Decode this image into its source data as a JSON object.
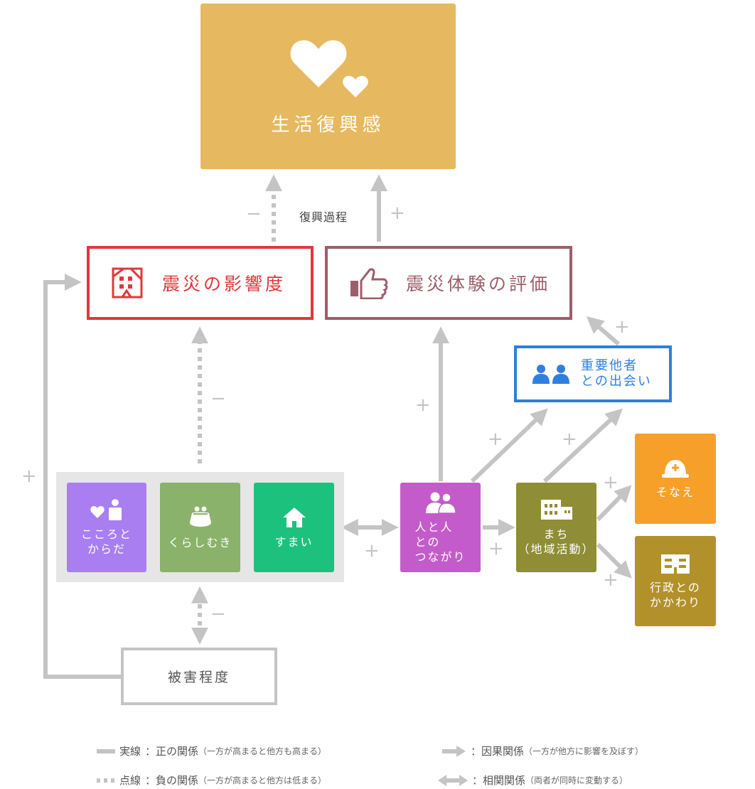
{
  "goal": {
    "title": "生活復興感",
    "icon": "hearts-icon",
    "color": "#e6b960"
  },
  "impact": {
    "title": "震災の影響度",
    "icon": "damaged-building-icon",
    "color": "#e0383b"
  },
  "evaluation": {
    "title": "震災体験の評価",
    "icon": "thumbs-up-icon",
    "color": "#9c5e6a"
  },
  "others": {
    "line1": "重要他者",
    "line2": "との出会い",
    "icon": "two-people-icon",
    "color": "#2f7fdf"
  },
  "damage": {
    "title": "被害程度"
  },
  "process_label": "復興過程",
  "factors": [
    {
      "line1": "こころと",
      "line2": "からだ",
      "icon": "heart-person-icon",
      "color": "#a97ef0"
    },
    {
      "line1": "くらしむき",
      "line2": "",
      "icon": "purse-icon",
      "color": "#8ab26a"
    },
    {
      "line1": "すまい",
      "line2": "",
      "icon": "house-icon",
      "color": "#1dc17e"
    }
  ],
  "people": {
    "line1": "人と人",
    "line2": "との",
    "line3": "つながり",
    "icon": "people-icon",
    "color": "#c35cca"
  },
  "town": {
    "line1": "まち",
    "line2": "（地域活動）",
    "icon": "buildings-icon",
    "color": "#8f8d35"
  },
  "preparedness": {
    "line1": "そなえ",
    "icon": "helmet-icon",
    "color": "#f6a02a"
  },
  "administration": {
    "line1": "行政との",
    "line2": "かかわり",
    "icon": "office-icon",
    "color": "#b2912a"
  },
  "signs": {
    "plus": "+",
    "minus": "−"
  },
  "legend": {
    "solid_label": "実線",
    "solid_desc": "：正の関係",
    "solid_note": "（一方が高まると他方も高まる）",
    "dotted_label": "点線",
    "dotted_desc": "：負の関係",
    "dotted_note": "（一方が高まると他方は低まる）",
    "arrow_desc": "：因果関係",
    "arrow_note": "（一方が他方に影響を及ぼす）",
    "double_desc": "：相関関係",
    "double_note": "（両者が同時に変動する）"
  },
  "colors": {
    "line": "#c4c4c4"
  }
}
